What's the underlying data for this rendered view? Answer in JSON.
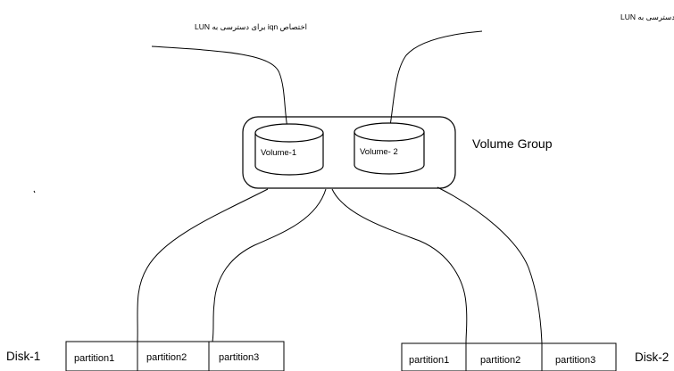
{
  "annotations": {
    "left": "اختصاص iqn برای دسترسی به LUN",
    "right": "اختصاص iqn برای دسترسی به LUN"
  },
  "volume_group": {
    "label": "Volume Group",
    "volumes": [
      "Volume-1",
      "Volume- 2"
    ]
  },
  "disks": [
    {
      "label": "Disk-1",
      "partitions": [
        "partition1",
        "partition2",
        "partition3"
      ]
    },
    {
      "label": "Disk-2",
      "partitions": [
        "partition1",
        "partition2",
        "partition3"
      ]
    }
  ],
  "colors": {
    "stroke": "#000000",
    "background": "#ffffff"
  }
}
